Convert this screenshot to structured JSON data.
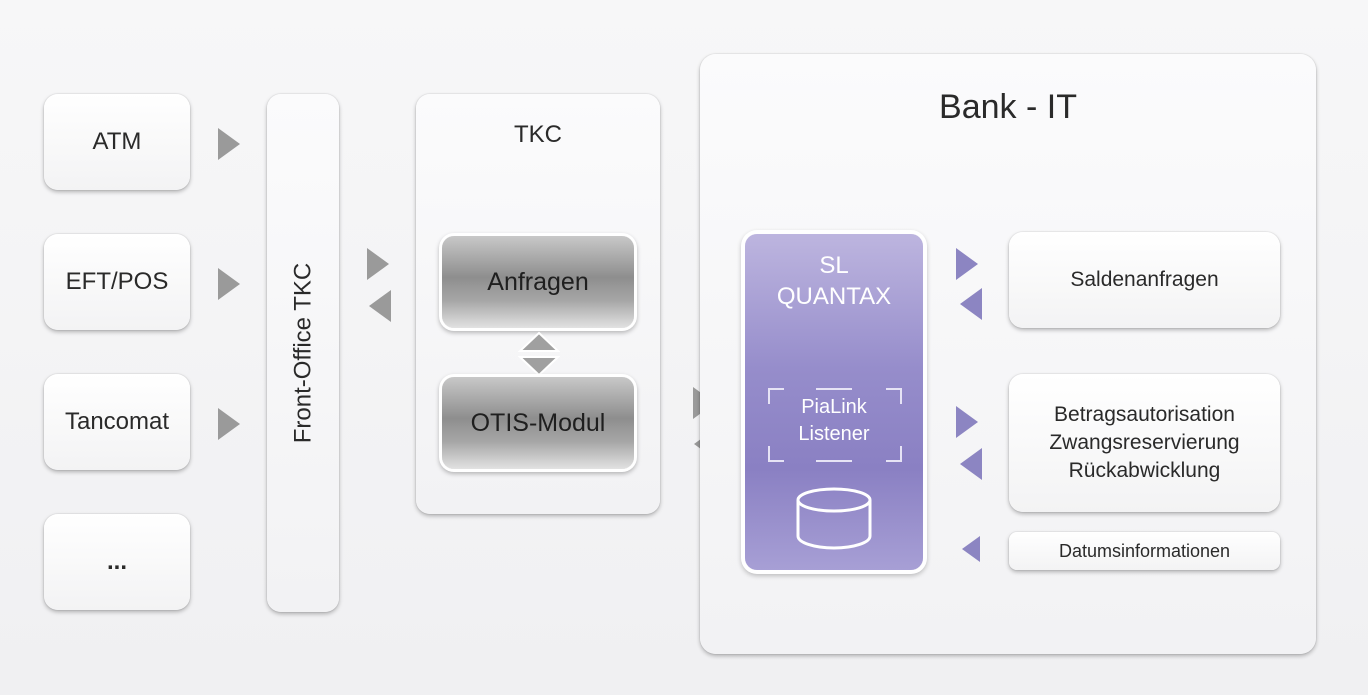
{
  "sources": [
    "ATM",
    "EFT/POS",
    "Tancomat",
    "..."
  ],
  "front_office": "Front-Office TKC",
  "tkc": {
    "title": "TKC",
    "query_module": "Anfragen",
    "otis_module": "OTIS-Modul"
  },
  "bank_it": {
    "title": "Bank - IT",
    "quantax": {
      "line1": "SL",
      "line2": "QUANTAX"
    },
    "listener": {
      "line1": "PiaLink",
      "line2": "Listener"
    },
    "services": {
      "balance": "Saldenanfragen",
      "authorization": [
        "Betragsautorisation",
        "Zwangsreservierung",
        "Rückabwicklung"
      ],
      "date_info": "Datumsinformationen"
    }
  },
  "colors": {
    "accent_purple": "#8c85c2",
    "arrow_grey": "#9a9a9a"
  }
}
